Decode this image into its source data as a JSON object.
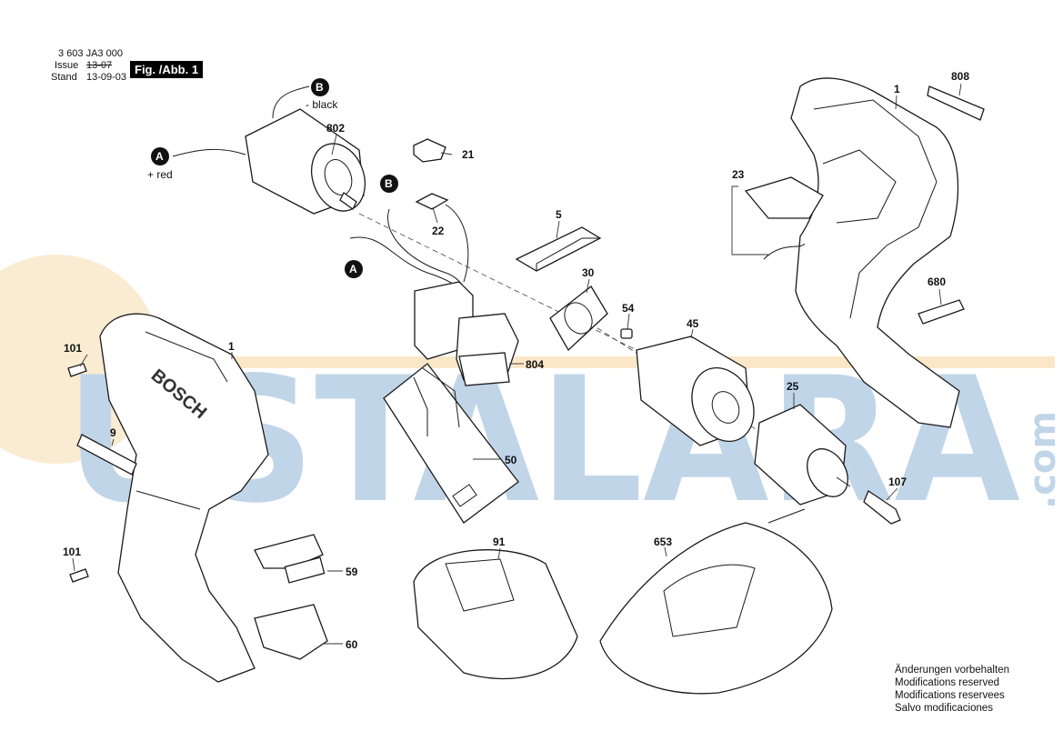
{
  "header": {
    "doc_number": "3 603 JA3 000",
    "issue_label": "Issue",
    "issue_value": "13-07",
    "stand_label": "Stand",
    "stand_value": "13-09-03",
    "figure_label": "Fig. /Abb. 1"
  },
  "watermark": {
    "text": "USTALARA",
    "suffix": ".com"
  },
  "connectors": {
    "A": {
      "letter": "A",
      "note": "+ red"
    },
    "B": {
      "letter": "B",
      "note": "- black"
    }
  },
  "callouts": {
    "p1_top": "1",
    "p808": "808",
    "p802": "802",
    "p21": "21",
    "p22": "22",
    "p23": "23",
    "p5": "5",
    "p30": "30",
    "p54": "54",
    "p45": "45",
    "p680": "680",
    "p804": "804",
    "p50": "50",
    "p25": "25",
    "p107": "107",
    "p101_top": "101",
    "p1_left": "1",
    "p9": "9",
    "p101_bottom": "101",
    "p59": "59",
    "p60": "60",
    "p91": "91",
    "p653": "653"
  },
  "housing_text": "BOSCH",
  "notes": [
    "Änderungen vorbehalten",
    "Modifications reserved",
    "Modifications reservees",
    "Salvo modificaciones"
  ]
}
